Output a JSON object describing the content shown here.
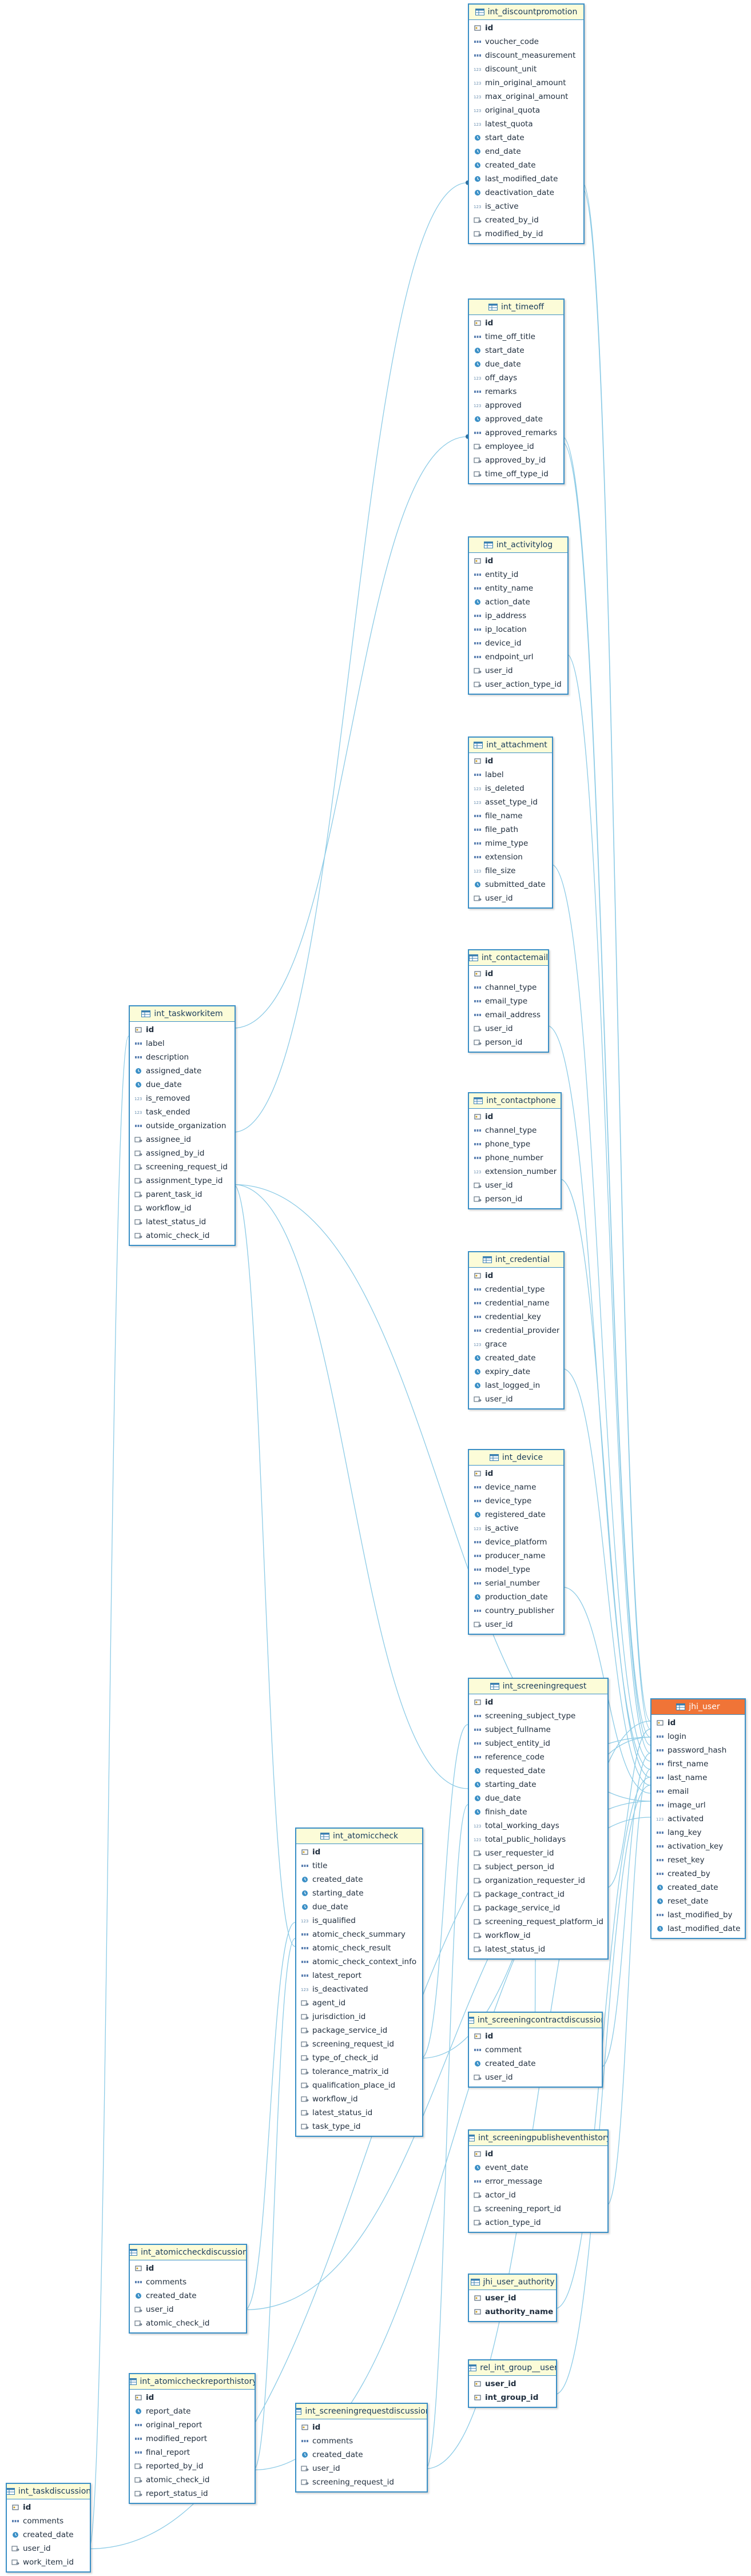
{
  "colors": {
    "border": "#3a8fc6",
    "header": "#fcfcd8",
    "highlight_header": "#f07437",
    "edge": "#8ccbe6"
  },
  "tables": [
    {
      "id": "int_discountpromotion",
      "name": "int_discountpromotion",
      "columns": [
        {
          "name": "id",
          "type": "pk"
        },
        {
          "name": "voucher_code",
          "type": "text"
        },
        {
          "name": "discount_measurement",
          "type": "text"
        },
        {
          "name": "discount_unit",
          "type": "num"
        },
        {
          "name": "min_original_amount",
          "type": "num"
        },
        {
          "name": "max_original_amount",
          "type": "num"
        },
        {
          "name": "original_quota",
          "type": "num"
        },
        {
          "name": "latest_quota",
          "type": "num"
        },
        {
          "name": "start_date",
          "type": "date"
        },
        {
          "name": "end_date",
          "type": "date"
        },
        {
          "name": "created_date",
          "type": "date"
        },
        {
          "name": "last_modified_date",
          "type": "date"
        },
        {
          "name": "deactivation_date",
          "type": "date"
        },
        {
          "name": "is_active",
          "type": "num"
        },
        {
          "name": "created_by_id",
          "type": "fk"
        },
        {
          "name": "modified_by_id",
          "type": "fk"
        }
      ]
    },
    {
      "id": "int_timeoff",
      "name": "int_timeoff",
      "columns": [
        {
          "name": "id",
          "type": "pk"
        },
        {
          "name": "time_off_title",
          "type": "text"
        },
        {
          "name": "start_date",
          "type": "date"
        },
        {
          "name": "due_date",
          "type": "date"
        },
        {
          "name": "off_days",
          "type": "num"
        },
        {
          "name": "remarks",
          "type": "text"
        },
        {
          "name": "approved",
          "type": "num"
        },
        {
          "name": "approved_date",
          "type": "date"
        },
        {
          "name": "approved_remarks",
          "type": "text"
        },
        {
          "name": "employee_id",
          "type": "fk"
        },
        {
          "name": "approved_by_id",
          "type": "fk"
        },
        {
          "name": "time_off_type_id",
          "type": "fk"
        }
      ]
    },
    {
      "id": "int_activitylog",
      "name": "int_activitylog",
      "columns": [
        {
          "name": "id",
          "type": "pk"
        },
        {
          "name": "entity_id",
          "type": "text"
        },
        {
          "name": "entity_name",
          "type": "text"
        },
        {
          "name": "action_date",
          "type": "date"
        },
        {
          "name": "ip_address",
          "type": "text"
        },
        {
          "name": "ip_location",
          "type": "text"
        },
        {
          "name": "device_id",
          "type": "text"
        },
        {
          "name": "endpoint_url",
          "type": "text"
        },
        {
          "name": "user_id",
          "type": "fk"
        },
        {
          "name": "user_action_type_id",
          "type": "fk"
        }
      ]
    },
    {
      "id": "int_attachment",
      "name": "int_attachment",
      "columns": [
        {
          "name": "id",
          "type": "pk"
        },
        {
          "name": "label",
          "type": "text"
        },
        {
          "name": "is_deleted",
          "type": "num"
        },
        {
          "name": "asset_type_id",
          "type": "num"
        },
        {
          "name": "file_name",
          "type": "text"
        },
        {
          "name": "file_path",
          "type": "text"
        },
        {
          "name": "mime_type",
          "type": "text"
        },
        {
          "name": "extension",
          "type": "text"
        },
        {
          "name": "file_size",
          "type": "num"
        },
        {
          "name": "submitted_date",
          "type": "date"
        },
        {
          "name": "user_id",
          "type": "fk"
        }
      ]
    },
    {
      "id": "int_contactemail",
      "name": "int_contactemail",
      "columns": [
        {
          "name": "id",
          "type": "pk"
        },
        {
          "name": "channel_type",
          "type": "text"
        },
        {
          "name": "email_type",
          "type": "text"
        },
        {
          "name": "email_address",
          "type": "text"
        },
        {
          "name": "user_id",
          "type": "fk"
        },
        {
          "name": "person_id",
          "type": "fk"
        }
      ]
    },
    {
      "id": "int_contactphone",
      "name": "int_contactphone",
      "columns": [
        {
          "name": "id",
          "type": "pk"
        },
        {
          "name": "channel_type",
          "type": "text"
        },
        {
          "name": "phone_type",
          "type": "text"
        },
        {
          "name": "phone_number",
          "type": "text"
        },
        {
          "name": "extension_number",
          "type": "num"
        },
        {
          "name": "user_id",
          "type": "fk"
        },
        {
          "name": "person_id",
          "type": "fk"
        }
      ]
    },
    {
      "id": "int_credential",
      "name": "int_credential",
      "columns": [
        {
          "name": "id",
          "type": "pk"
        },
        {
          "name": "credential_type",
          "type": "text"
        },
        {
          "name": "credential_name",
          "type": "text"
        },
        {
          "name": "credential_key",
          "type": "text"
        },
        {
          "name": "credential_provider",
          "type": "text"
        },
        {
          "name": "grace",
          "type": "num"
        },
        {
          "name": "created_date",
          "type": "date"
        },
        {
          "name": "expiry_date",
          "type": "date"
        },
        {
          "name": "last_logged_in",
          "type": "date"
        },
        {
          "name": "user_id",
          "type": "fk"
        }
      ]
    },
    {
      "id": "int_device",
      "name": "int_device",
      "columns": [
        {
          "name": "id",
          "type": "pk"
        },
        {
          "name": "device_name",
          "type": "text"
        },
        {
          "name": "device_type",
          "type": "text"
        },
        {
          "name": "registered_date",
          "type": "date"
        },
        {
          "name": "is_active",
          "type": "num"
        },
        {
          "name": "device_platform",
          "type": "text"
        },
        {
          "name": "producer_name",
          "type": "text"
        },
        {
          "name": "model_type",
          "type": "text"
        },
        {
          "name": "serial_number",
          "type": "text"
        },
        {
          "name": "production_date",
          "type": "date"
        },
        {
          "name": "country_publisher",
          "type": "text"
        },
        {
          "name": "user_id",
          "type": "fk"
        }
      ]
    },
    {
      "id": "int_taskworkitem",
      "name": "int_taskworkitem",
      "columns": [
        {
          "name": "id",
          "type": "pk"
        },
        {
          "name": "label",
          "type": "text"
        },
        {
          "name": "description",
          "type": "text"
        },
        {
          "name": "assigned_date",
          "type": "date"
        },
        {
          "name": "due_date",
          "type": "date"
        },
        {
          "name": "is_removed",
          "type": "num"
        },
        {
          "name": "task_ended",
          "type": "num"
        },
        {
          "name": "outside_organization",
          "type": "text"
        },
        {
          "name": "assignee_id",
          "type": "fk"
        },
        {
          "name": "assigned_by_id",
          "type": "fk"
        },
        {
          "name": "screening_request_id",
          "type": "fk"
        },
        {
          "name": "assignment_type_id",
          "type": "fk"
        },
        {
          "name": "parent_task_id",
          "type": "fk"
        },
        {
          "name": "workflow_id",
          "type": "fk"
        },
        {
          "name": "latest_status_id",
          "type": "fk"
        },
        {
          "name": "atomic_check_id",
          "type": "fk"
        }
      ]
    },
    {
      "id": "int_screeningrequest",
      "name": "int_screeningrequest",
      "columns": [
        {
          "name": "id",
          "type": "pk"
        },
        {
          "name": "screening_subject_type",
          "type": "text"
        },
        {
          "name": "subject_fullname",
          "type": "text"
        },
        {
          "name": "subject_entity_id",
          "type": "text"
        },
        {
          "name": "reference_code",
          "type": "text"
        },
        {
          "name": "requested_date",
          "type": "date"
        },
        {
          "name": "starting_date",
          "type": "date"
        },
        {
          "name": "due_date",
          "type": "date"
        },
        {
          "name": "finish_date",
          "type": "date"
        },
        {
          "name": "total_working_days",
          "type": "num"
        },
        {
          "name": "total_public_holidays",
          "type": "num"
        },
        {
          "name": "user_requester_id",
          "type": "fk"
        },
        {
          "name": "subject_person_id",
          "type": "fk"
        },
        {
          "name": "organization_requester_id",
          "type": "fk"
        },
        {
          "name": "package_contract_id",
          "type": "fk"
        },
        {
          "name": "package_service_id",
          "type": "fk"
        },
        {
          "name": "screening_request_platform_id",
          "type": "fk"
        },
        {
          "name": "workflow_id",
          "type": "fk"
        },
        {
          "name": "latest_status_id",
          "type": "fk"
        }
      ]
    },
    {
      "id": "jhi_user",
      "name": "jhi_user",
      "highlight": true,
      "columns": [
        {
          "name": "id",
          "type": "pk"
        },
        {
          "name": "login",
          "type": "text"
        },
        {
          "name": "password_hash",
          "type": "text"
        },
        {
          "name": "first_name",
          "type": "text"
        },
        {
          "name": "last_name",
          "type": "text"
        },
        {
          "name": "email",
          "type": "text"
        },
        {
          "name": "image_url",
          "type": "text"
        },
        {
          "name": "activated",
          "type": "num"
        },
        {
          "name": "lang_key",
          "type": "text"
        },
        {
          "name": "activation_key",
          "type": "text"
        },
        {
          "name": "reset_key",
          "type": "text"
        },
        {
          "name": "created_by",
          "type": "text"
        },
        {
          "name": "created_date",
          "type": "date"
        },
        {
          "name": "reset_date",
          "type": "date"
        },
        {
          "name": "last_modified_by",
          "type": "text"
        },
        {
          "name": "last_modified_date",
          "type": "date"
        }
      ]
    },
    {
      "id": "int_atomiccheck",
      "name": "int_atomiccheck",
      "columns": [
        {
          "name": "id",
          "type": "pk"
        },
        {
          "name": "title",
          "type": "text"
        },
        {
          "name": "created_date",
          "type": "date"
        },
        {
          "name": "starting_date",
          "type": "date"
        },
        {
          "name": "due_date",
          "type": "date"
        },
        {
          "name": "is_qualified",
          "type": "num"
        },
        {
          "name": "atomic_check_summary",
          "type": "text"
        },
        {
          "name": "atomic_check_result",
          "type": "text"
        },
        {
          "name": "atomic_check_context_info",
          "type": "text"
        },
        {
          "name": "latest_report",
          "type": "text"
        },
        {
          "name": "is_deactivated",
          "type": "num"
        },
        {
          "name": "agent_id",
          "type": "fk"
        },
        {
          "name": "jurisdiction_id",
          "type": "fk"
        },
        {
          "name": "package_service_id",
          "type": "fk"
        },
        {
          "name": "screening_request_id",
          "type": "fk"
        },
        {
          "name": "type_of_check_id",
          "type": "fk"
        },
        {
          "name": "tolerance_matrix_id",
          "type": "fk"
        },
        {
          "name": "qualification_place_id",
          "type": "fk"
        },
        {
          "name": "workflow_id",
          "type": "fk"
        },
        {
          "name": "latest_status_id",
          "type": "fk"
        },
        {
          "name": "task_type_id",
          "type": "fk"
        }
      ]
    },
    {
      "id": "int_screeningcontractdiscussion",
      "name": "int_screeningcontractdiscussion",
      "columns": [
        {
          "name": "id",
          "type": "pk"
        },
        {
          "name": "comment",
          "type": "text"
        },
        {
          "name": "created_date",
          "type": "date"
        },
        {
          "name": "user_id",
          "type": "fk"
        }
      ]
    },
    {
      "id": "int_screeningpublisheventhistory",
      "name": "int_screeningpublisheventhistory",
      "columns": [
        {
          "name": "id",
          "type": "pk"
        },
        {
          "name": "event_date",
          "type": "date"
        },
        {
          "name": "error_message",
          "type": "text"
        },
        {
          "name": "actor_id",
          "type": "fk"
        },
        {
          "name": "screening_report_id",
          "type": "fk"
        },
        {
          "name": "action_type_id",
          "type": "fk"
        }
      ]
    },
    {
      "id": "jhi_user_authority",
      "name": "jhi_user_authority",
      "columns": [
        {
          "name": "user_id",
          "type": "pk"
        },
        {
          "name": "authority_name",
          "type": "pk"
        }
      ]
    },
    {
      "id": "int_atomiccheckdiscussion",
      "name": "int_atomiccheckdiscussion",
      "columns": [
        {
          "name": "id",
          "type": "pk"
        },
        {
          "name": "comments",
          "type": "text"
        },
        {
          "name": "created_date",
          "type": "date"
        },
        {
          "name": "user_id",
          "type": "fk"
        },
        {
          "name": "atomic_check_id",
          "type": "fk"
        }
      ]
    },
    {
      "id": "rel_int_group__user",
      "name": "rel_int_group__user",
      "columns": [
        {
          "name": "user_id",
          "type": "pk"
        },
        {
          "name": "int_group_id",
          "type": "pk"
        }
      ]
    },
    {
      "id": "int_atomiccheckreporthistory",
      "name": "int_atomiccheckreporthistory",
      "columns": [
        {
          "name": "id",
          "type": "pk"
        },
        {
          "name": "report_date",
          "type": "date"
        },
        {
          "name": "original_report",
          "type": "text"
        },
        {
          "name": "modified_report",
          "type": "text"
        },
        {
          "name": "final_report",
          "type": "text"
        },
        {
          "name": "reported_by_id",
          "type": "fk"
        },
        {
          "name": "atomic_check_id",
          "type": "fk"
        },
        {
          "name": "report_status_id",
          "type": "fk"
        }
      ]
    },
    {
      "id": "int_screeningrequestdiscussion",
      "name": "int_screeningrequestdiscussion",
      "columns": [
        {
          "name": "id",
          "type": "pk"
        },
        {
          "name": "comments",
          "type": "text"
        },
        {
          "name": "created_date",
          "type": "date"
        },
        {
          "name": "user_id",
          "type": "fk"
        },
        {
          "name": "screening_request_id",
          "type": "fk"
        }
      ]
    },
    {
      "id": "int_taskdiscussion",
      "name": "int_taskdiscussion",
      "columns": [
        {
          "name": "id",
          "type": "pk"
        },
        {
          "name": "comments",
          "type": "text"
        },
        {
          "name": "created_date",
          "type": "date"
        },
        {
          "name": "user_id",
          "type": "fk"
        },
        {
          "name": "work_item_id",
          "type": "fk"
        }
      ]
    }
  ],
  "relations": [
    {
      "from": "int_discountpromotion",
      "to": "jhi_user"
    },
    {
      "from": "int_discountpromotion",
      "to": "jhi_user"
    },
    {
      "from": "int_timeoff",
      "to": "jhi_user"
    },
    {
      "from": "int_timeoff",
      "to": "jhi_user"
    },
    {
      "from": "int_activitylog",
      "to": "jhi_user"
    },
    {
      "from": "int_attachment",
      "to": "jhi_user"
    },
    {
      "from": "int_contactemail",
      "to": "jhi_user"
    },
    {
      "from": "int_contactphone",
      "to": "jhi_user"
    },
    {
      "from": "int_credential",
      "to": "jhi_user"
    },
    {
      "from": "int_device",
      "to": "jhi_user"
    },
    {
      "from": "int_taskworkitem",
      "to": "jhi_user"
    },
    {
      "from": "int_taskworkitem",
      "to": "int_screeningrequest"
    },
    {
      "from": "int_taskworkitem",
      "to": "int_atomiccheck"
    },
    {
      "from": "int_discountpromotion",
      "to": "int_taskworkitem"
    },
    {
      "from": "int_timeoff",
      "to": "int_taskworkitem"
    },
    {
      "from": "int_screeningrequest",
      "to": "jhi_user"
    },
    {
      "from": "int_atomiccheck",
      "to": "jhi_user"
    },
    {
      "from": "int_atomiccheck",
      "to": "int_screeningrequest"
    },
    {
      "from": "int_screeningcontractdiscussion",
      "to": "jhi_user"
    },
    {
      "from": "int_screeningcontractdiscussion",
      "to": "int_screeningrequest"
    },
    {
      "from": "int_screeningpublisheventhistory",
      "to": "jhi_user"
    },
    {
      "from": "jhi_user_authority",
      "to": "jhi_user"
    },
    {
      "from": "rel_int_group__user",
      "to": "jhi_user"
    },
    {
      "from": "int_atomiccheckdiscussion",
      "to": "int_atomiccheck"
    },
    {
      "from": "int_atomiccheckdiscussion",
      "to": "jhi_user"
    },
    {
      "from": "int_atomiccheckreporthistory",
      "to": "int_atomiccheck"
    },
    {
      "from": "int_atomiccheckreporthistory",
      "to": "jhi_user"
    },
    {
      "from": "int_screeningrequestdiscussion",
      "to": "int_screeningrequest"
    },
    {
      "from": "int_screeningrequestdiscussion",
      "to": "jhi_user"
    },
    {
      "from": "int_taskdiscussion",
      "to": "int_taskworkitem"
    },
    {
      "from": "int_taskdiscussion",
      "to": "jhi_user"
    }
  ]
}
